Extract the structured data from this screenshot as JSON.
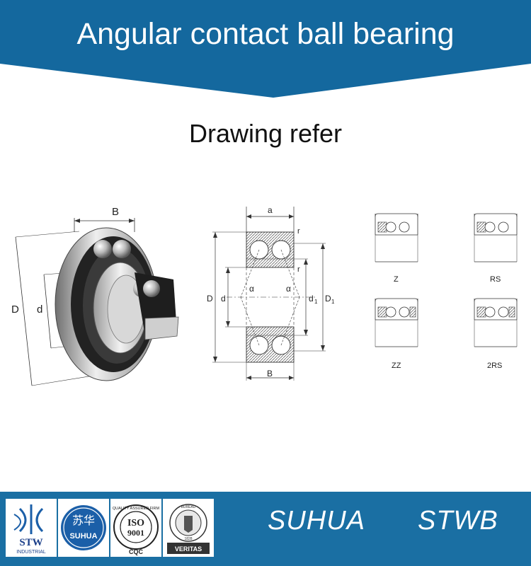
{
  "header": {
    "title": "Angular contact ball bearing",
    "subtitle": "Drawing refer"
  },
  "colors": {
    "banner_blue": "#14689e",
    "footer_blue": "#1a6fa3",
    "accent_red": "#c0282d"
  },
  "drawing": {
    "photo_labels": {
      "width": "B",
      "outer": "D",
      "inner": "d"
    },
    "section_labels": {
      "a": "a",
      "r_top": "r",
      "r_mid": "r",
      "D": "D",
      "d": "d",
      "alpha1": "α",
      "alpha2": "α",
      "d1": "d",
      "d1_sub": "1",
      "D1": "D",
      "D1_sub": "1",
      "B": "B"
    },
    "variants": [
      "Z",
      "RS",
      "ZZ",
      "2RS"
    ]
  },
  "footer": {
    "logos": {
      "stw": {
        "name": "STW",
        "sub": "INDUSTRIAL"
      },
      "suhua": {
        "cn": "苏华",
        "name": "SUHUA"
      },
      "iso": {
        "ring": "QUALITY ASSURED FIRM",
        "name": "ISO",
        "num": "9001",
        "cert": "CQC"
      },
      "bureau": {
        "top": "BUREAU",
        "bottom": "VERITAS",
        "year": "1828"
      }
    },
    "brand_left": "SUHUA",
    "brand_right": "STWB"
  }
}
